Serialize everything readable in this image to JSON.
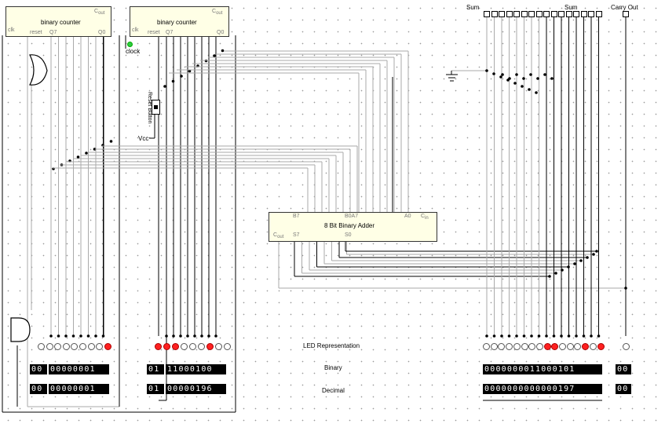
{
  "counters": [
    {
      "title": "binary counter",
      "cout": "Cout",
      "clk": "clk",
      "reset": "reset",
      "q7": "Q7",
      "q0": "Q0"
    },
    {
      "title": "binary counter",
      "cout": "Cout",
      "clk": "clk",
      "reset": "reset",
      "q7": "Q7",
      "q0": "Q0"
    }
  ],
  "clock_label": "clock",
  "reset_button_label": "Reset Button",
  "vcc_label": "Vcc",
  "adder": {
    "title": "8 Bit Binary Adder",
    "b7": "B7",
    "b0a7": "B0A7",
    "a0": "A0",
    "cin": "Cin",
    "cout": "Cout",
    "s7": "S7",
    "s0": "S0"
  },
  "sum_label_left": "Sum",
  "sum_label_right": "Sum",
  "carry_out_label": "Carry Out",
  "row_labels": {
    "led": "LED Representation",
    "binary": "Binary",
    "decimal": "Decimal"
  },
  "displays": {
    "a": {
      "overflow_binary": "00",
      "binary": "00000001",
      "overflow_decimal": "00",
      "decimal": "00000001",
      "leds": [
        0,
        0,
        0,
        0,
        0,
        0,
        0,
        0,
        1
      ]
    },
    "b": {
      "overflow_binary": "01",
      "binary": "11000100",
      "overflow_decimal": "01",
      "decimal": "00000196",
      "leds": [
        1,
        1,
        1,
        0,
        0,
        0,
        1,
        0,
        0
      ]
    },
    "sum": {
      "binary": "0000000011000101",
      "decimal": "0000000000000197",
      "leds": [
        0,
        0,
        0,
        0,
        0,
        0,
        0,
        0,
        1,
        1,
        0,
        0,
        0,
        1,
        0,
        1
      ]
    },
    "carry": {
      "binary": "00",
      "decimal": "00",
      "leds": [
        0
      ]
    }
  },
  "colors": {
    "wire": "#000000",
    "bus": "#aaaaaa",
    "led_on": "#ff2020",
    "chip_fill": "#ffffe6"
  }
}
